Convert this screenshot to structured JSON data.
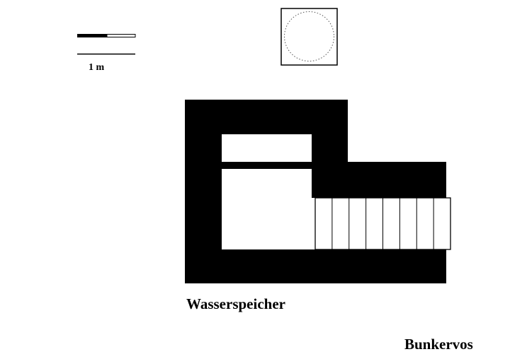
{
  "scale_bar": {
    "label": "1 m"
  },
  "title": "Wasserspeicher",
  "author": "Bunkervos",
  "colors": {
    "wall": "#000000",
    "background": "#ffffff",
    "vent_ring": "#555555"
  },
  "stairs": {
    "step_count": 8
  }
}
